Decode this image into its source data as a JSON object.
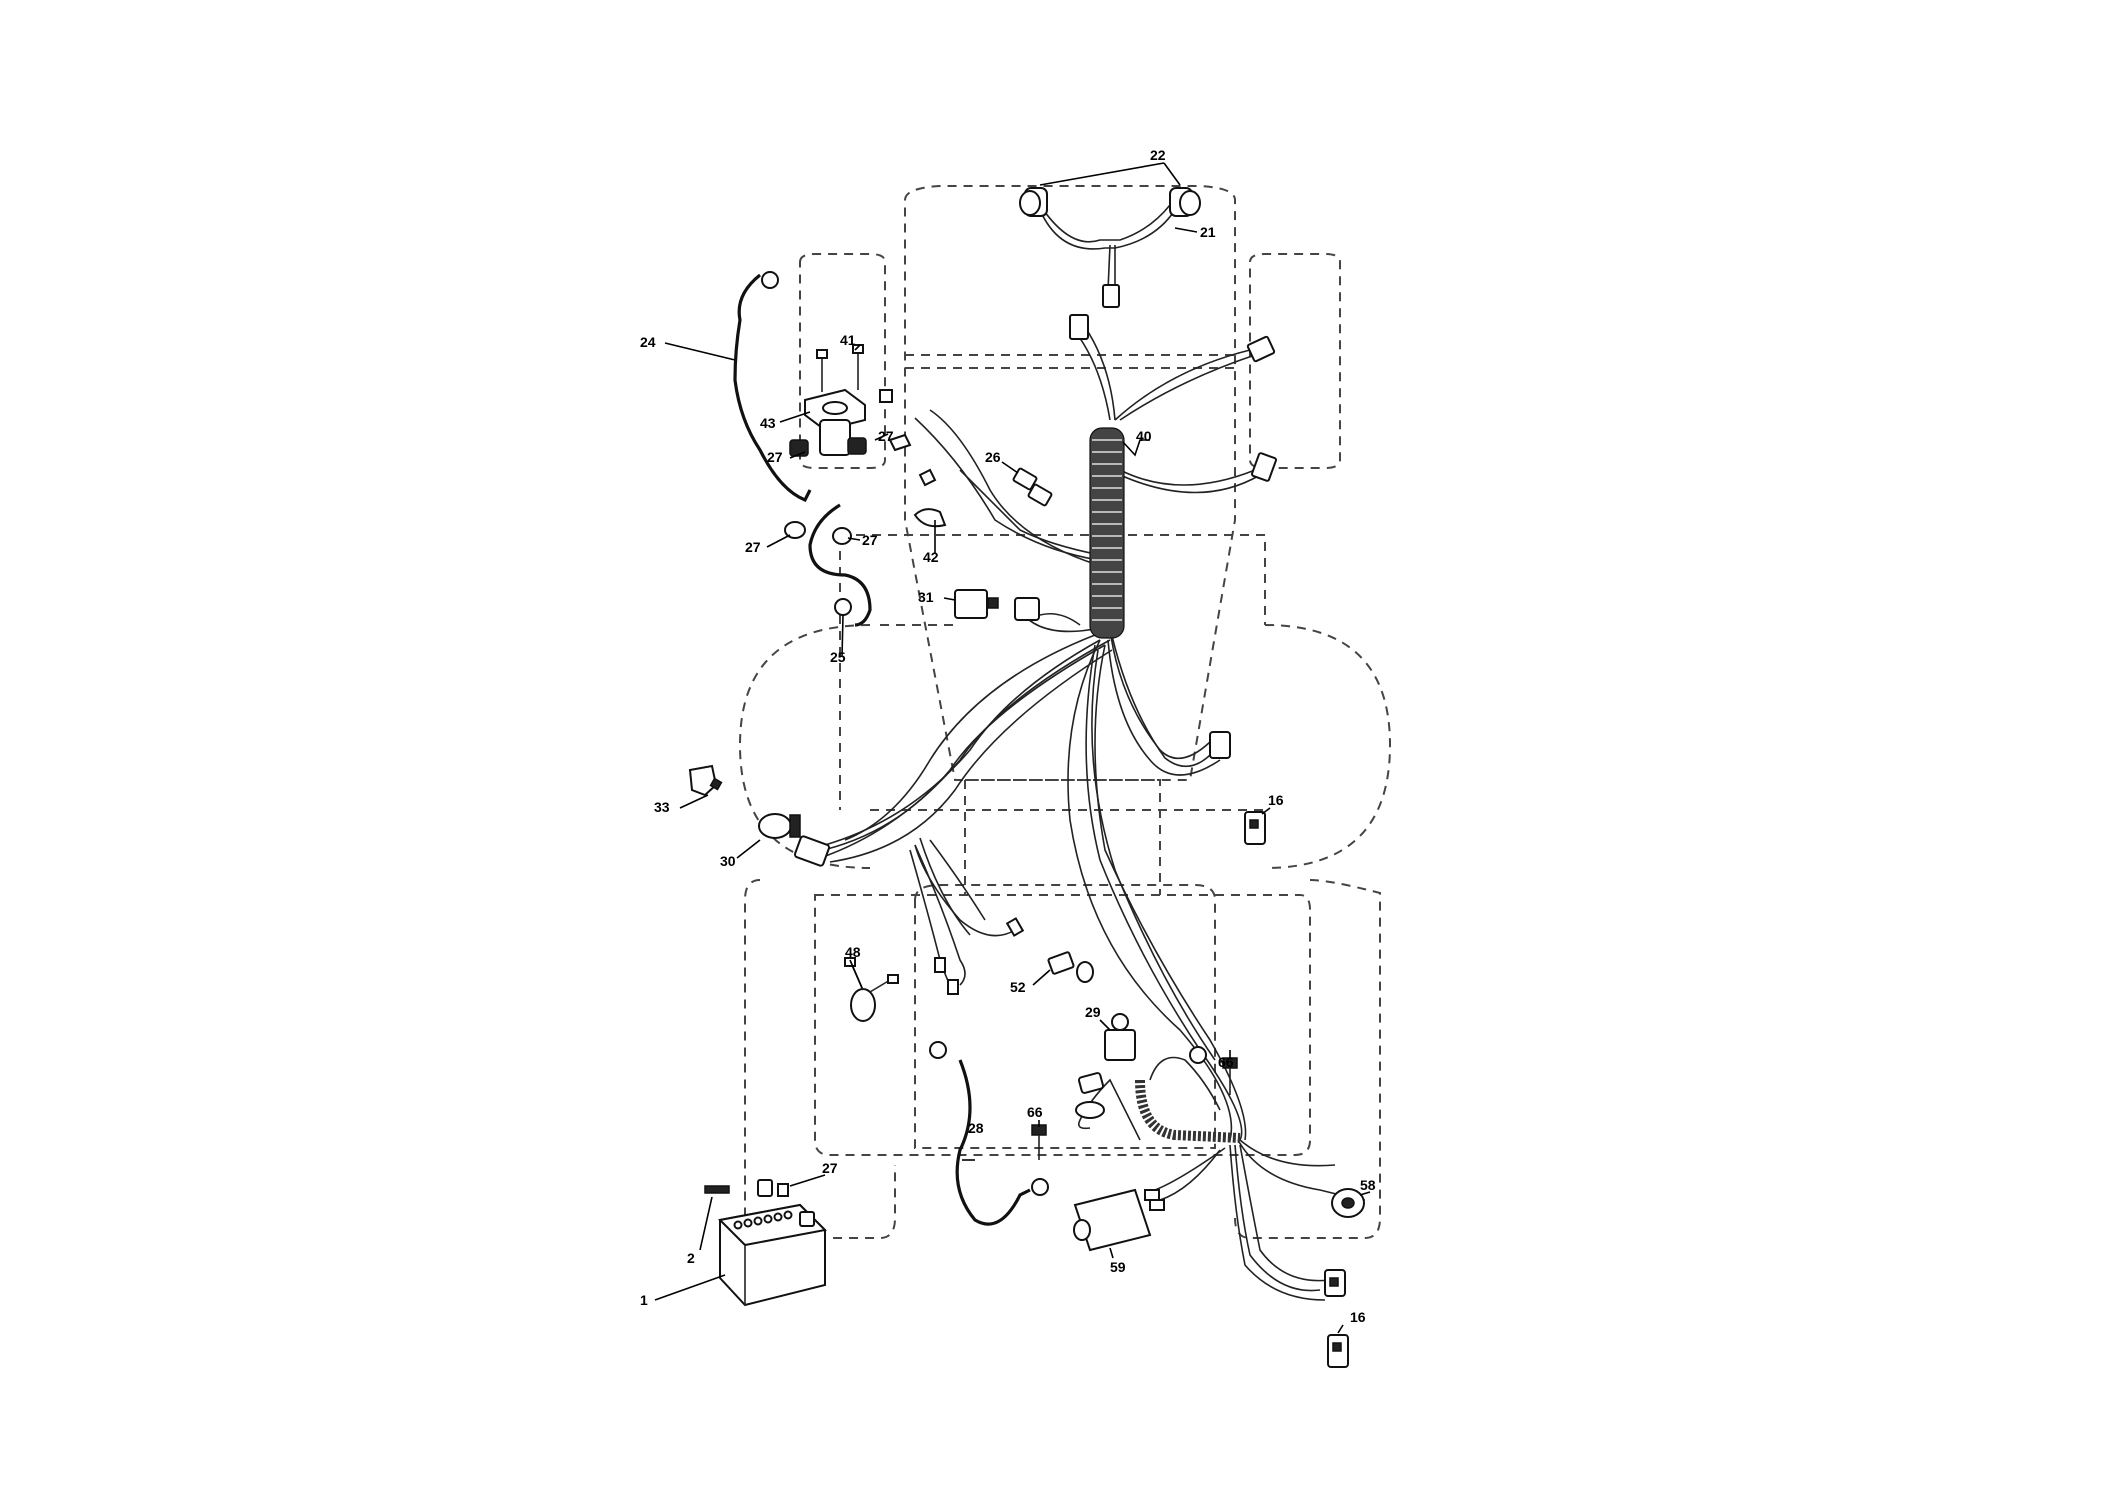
{
  "diagram": {
    "callouts": [
      {
        "id": "c1",
        "text": "1"
      },
      {
        "id": "c2",
        "text": "2"
      },
      {
        "id": "c16a",
        "text": "16"
      },
      {
        "id": "c16b",
        "text": "16"
      },
      {
        "id": "c21",
        "text": "21"
      },
      {
        "id": "c22",
        "text": "22"
      },
      {
        "id": "c24",
        "text": "24"
      },
      {
        "id": "c25",
        "text": "25"
      },
      {
        "id": "c26",
        "text": "26"
      },
      {
        "id": "c27a",
        "text": "27"
      },
      {
        "id": "c27b",
        "text": "27"
      },
      {
        "id": "c27c",
        "text": "27"
      },
      {
        "id": "c27d",
        "text": "27"
      },
      {
        "id": "c27e",
        "text": "27"
      },
      {
        "id": "c28",
        "text": "28"
      },
      {
        "id": "c29",
        "text": "29"
      },
      {
        "id": "c30",
        "text": "30"
      },
      {
        "id": "c31",
        "text": "31"
      },
      {
        "id": "c33",
        "text": "33"
      },
      {
        "id": "c40",
        "text": "40"
      },
      {
        "id": "c41",
        "text": "41"
      },
      {
        "id": "c42",
        "text": "42"
      },
      {
        "id": "c43",
        "text": "43"
      },
      {
        "id": "c48",
        "text": "48"
      },
      {
        "id": "c52",
        "text": "52"
      },
      {
        "id": "c58",
        "text": "58"
      },
      {
        "id": "c59",
        "text": "59"
      },
      {
        "id": "c66a",
        "text": "66"
      },
      {
        "id": "c66b",
        "text": "66"
      }
    ]
  }
}
